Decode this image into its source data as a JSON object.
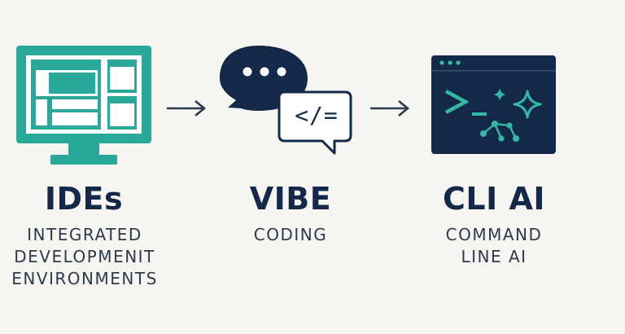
{
  "colors": {
    "teal": "#2aa99a",
    "teal_light": "#33b8a4",
    "navy": "#14294a",
    "background": "#f7f5f1"
  },
  "columns": [
    {
      "icon": "monitor-ide-icon",
      "title": "IDEs",
      "subtitle_lines": [
        "INTEGRATED",
        "DEVELOPMENIT",
        "ENVIRONMENTS"
      ]
    },
    {
      "icon": "chat-code-bubbles-icon",
      "code_glyph": "</=",
      "title": "VIBE",
      "subtitle_lines": [
        "CODING"
      ]
    },
    {
      "icon": "terminal-sparkle-icon",
      "title": "CLI AI",
      "subtitle_lines": [
        "COMMAND",
        "LINE AI"
      ]
    }
  ],
  "arrows": [
    "arrow-right-icon",
    "arrow-right-icon"
  ]
}
